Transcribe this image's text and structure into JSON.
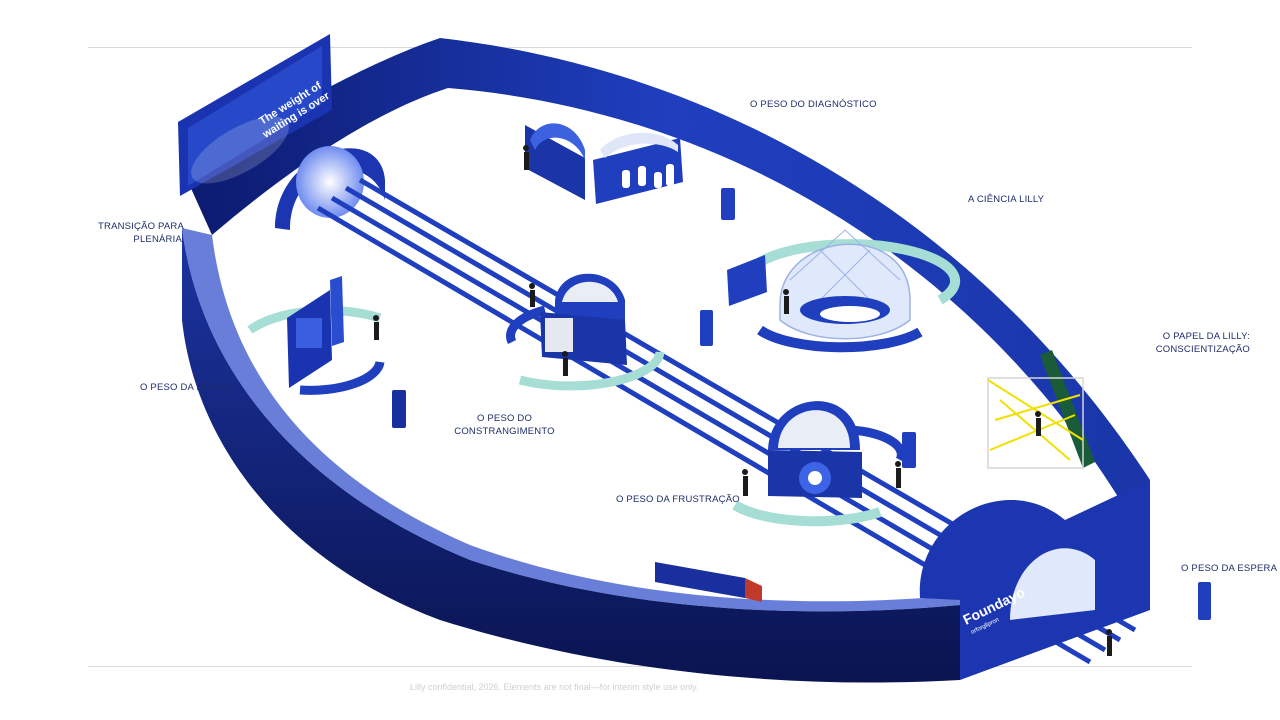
{
  "labels": {
    "diagnostico": "O PESO DO DIAGNÓSTICO",
    "ciencia": "A CIÊNCIA LILLY",
    "transicao_1": "TRANSIÇÃO PARA",
    "transicao_2": "PLENÁRIA",
    "papel_1": "O PAPEL DA LILLY:",
    "papel_2": "CONSCIENTIZAÇÃO",
    "duvida": "O PESO DA DÚVIDA",
    "constrangimento_1": "O PESO DO",
    "constrangimento_2": "CONSTRANGIMENTO",
    "frustracao": "O PESO DA FRUSTRAÇÃO",
    "espera": "O PESO DA ESPERA"
  },
  "signage": {
    "wall_headline_1": "The weight of",
    "wall_headline_2": "waiting is over",
    "brand_name": "Foundayo",
    "brand_sub": "orforglipron"
  },
  "footer": "Lilly confidential, 2026. Elements are not final—for interim style use only.",
  "colors": {
    "navy": "#0d1b7a",
    "royal": "#1f3fbf",
    "deep": "#10206b",
    "accent_teal": "#9bd7cf",
    "label": "#1f2d6b"
  }
}
